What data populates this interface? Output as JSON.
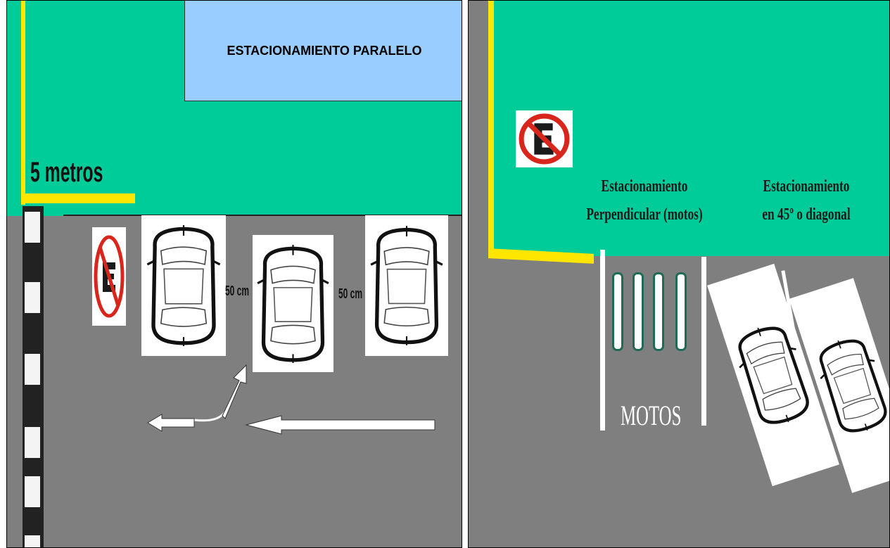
{
  "left_panel": {
    "title": "ESTACIONAMIENTO PARALELO",
    "distance_label": "5 metros",
    "gap_labels": [
      "50 cm",
      "50 cm"
    ]
  },
  "right_panel": {
    "perpendicular_label": [
      "Estacionamiento",
      "Perpendicular (motos)"
    ],
    "diagonal_label": [
      "Estacionamiento",
      "en 45º o diagonal"
    ],
    "motos_label": "MOTOS"
  },
  "icons": [
    "no-parking-sign-icon",
    "car-top-view-icon",
    "direction-arrow-icon"
  ],
  "colors": {
    "grass": "#00cc99",
    "road": "#7f7f7f",
    "curb": "#ffe600",
    "title_box": "#99ccff",
    "no_parking_red": "#d9261c"
  }
}
